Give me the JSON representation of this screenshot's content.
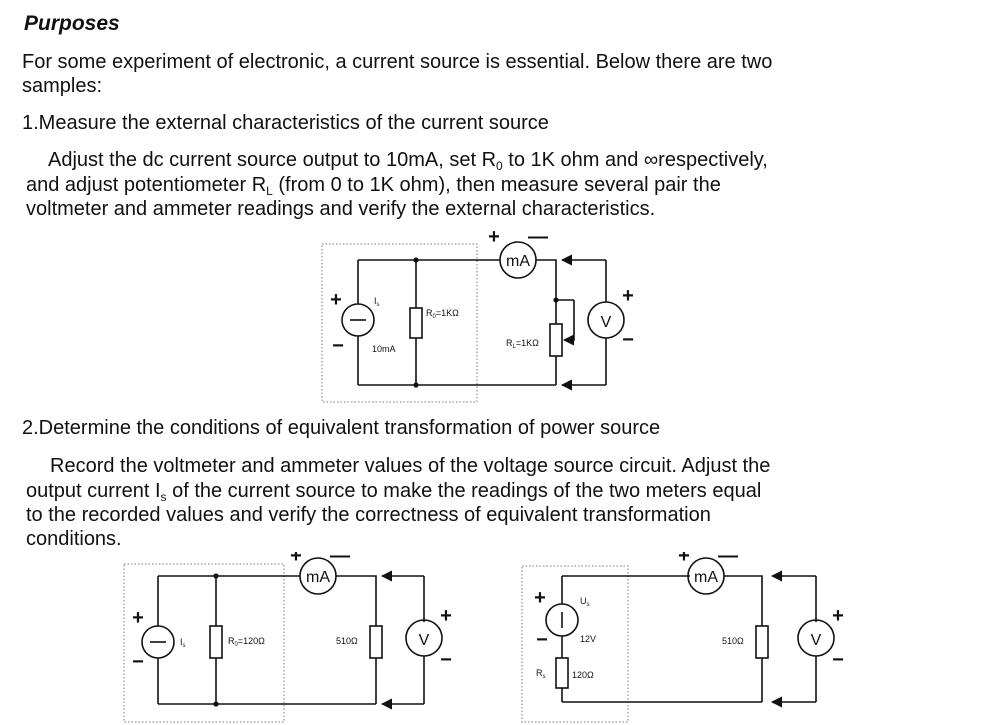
{
  "heading": "Purposes",
  "intro": {
    "line1": "For some experiment of electronic, a current source is essential. Below there are two",
    "line2": "samples:"
  },
  "section1": {
    "title": "1.Measure the external characteristics of the current source",
    "p_line1_a": "Adjust the dc current source output to 10mA, set R",
    "p_line1_sub": "0",
    "p_line1_b": " to 1K ohm and ",
    "p_line1_inf": "∞",
    "p_line1_c": "respectively,",
    "p_line2_a": "and adjust potentiometer R",
    "p_line2_sub": "L",
    "p_line2_b": " (from 0 to 1K ohm), then measure several pair the",
    "p_line3": "voltmeter and ammeter readings and verify the external characteristics."
  },
  "section2": {
    "title": "2.Determine the conditions of equivalent transformation of power source",
    "p_line1": "Record the voltmeter and ammeter values of the voltage source circuit. Adjust the",
    "p_line2_a": "output current I",
    "p_line2_sub": "s",
    "p_line2_b": " of the current source to make the readings of the two meters equal",
    "p_line3": "to the recorded values and verify the correctness of equivalent transformation",
    "p_line4": "conditions."
  },
  "circuit1": {
    "is_label": "I",
    "is_sub": "s",
    "current": "10mA",
    "r0_label": "R",
    "r0_sub": "0",
    "r0_value": "=1KΩ",
    "rl_label": "R",
    "rl_sub": "L",
    "rl_value": "=1KΩ"
  },
  "circuit2": {
    "is_label": "I",
    "is_sub": "s",
    "r0_label": "R",
    "r0_sub": "0",
    "r0_value": "=120Ω",
    "load": "510Ω"
  },
  "circuit3": {
    "us_label": "U",
    "us_sub": "s",
    "voltage": "12V",
    "rs_label": "R",
    "rs_sub": "s",
    "rs_value": "120Ω",
    "load": "510Ω"
  },
  "meters": {
    "ammeter": "mA",
    "voltmeter": "V"
  },
  "signs": {
    "plus": "+",
    "minus": "—",
    "minus_short": "−"
  }
}
